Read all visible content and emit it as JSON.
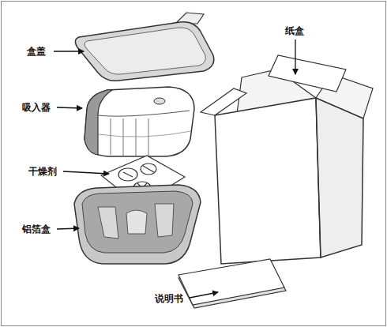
{
  "diagram": {
    "labels": [
      "盒盖",
      "吸入器",
      "干燥剂",
      "铝箔盒",
      "纸盒",
      "说明书"
    ]
  }
}
